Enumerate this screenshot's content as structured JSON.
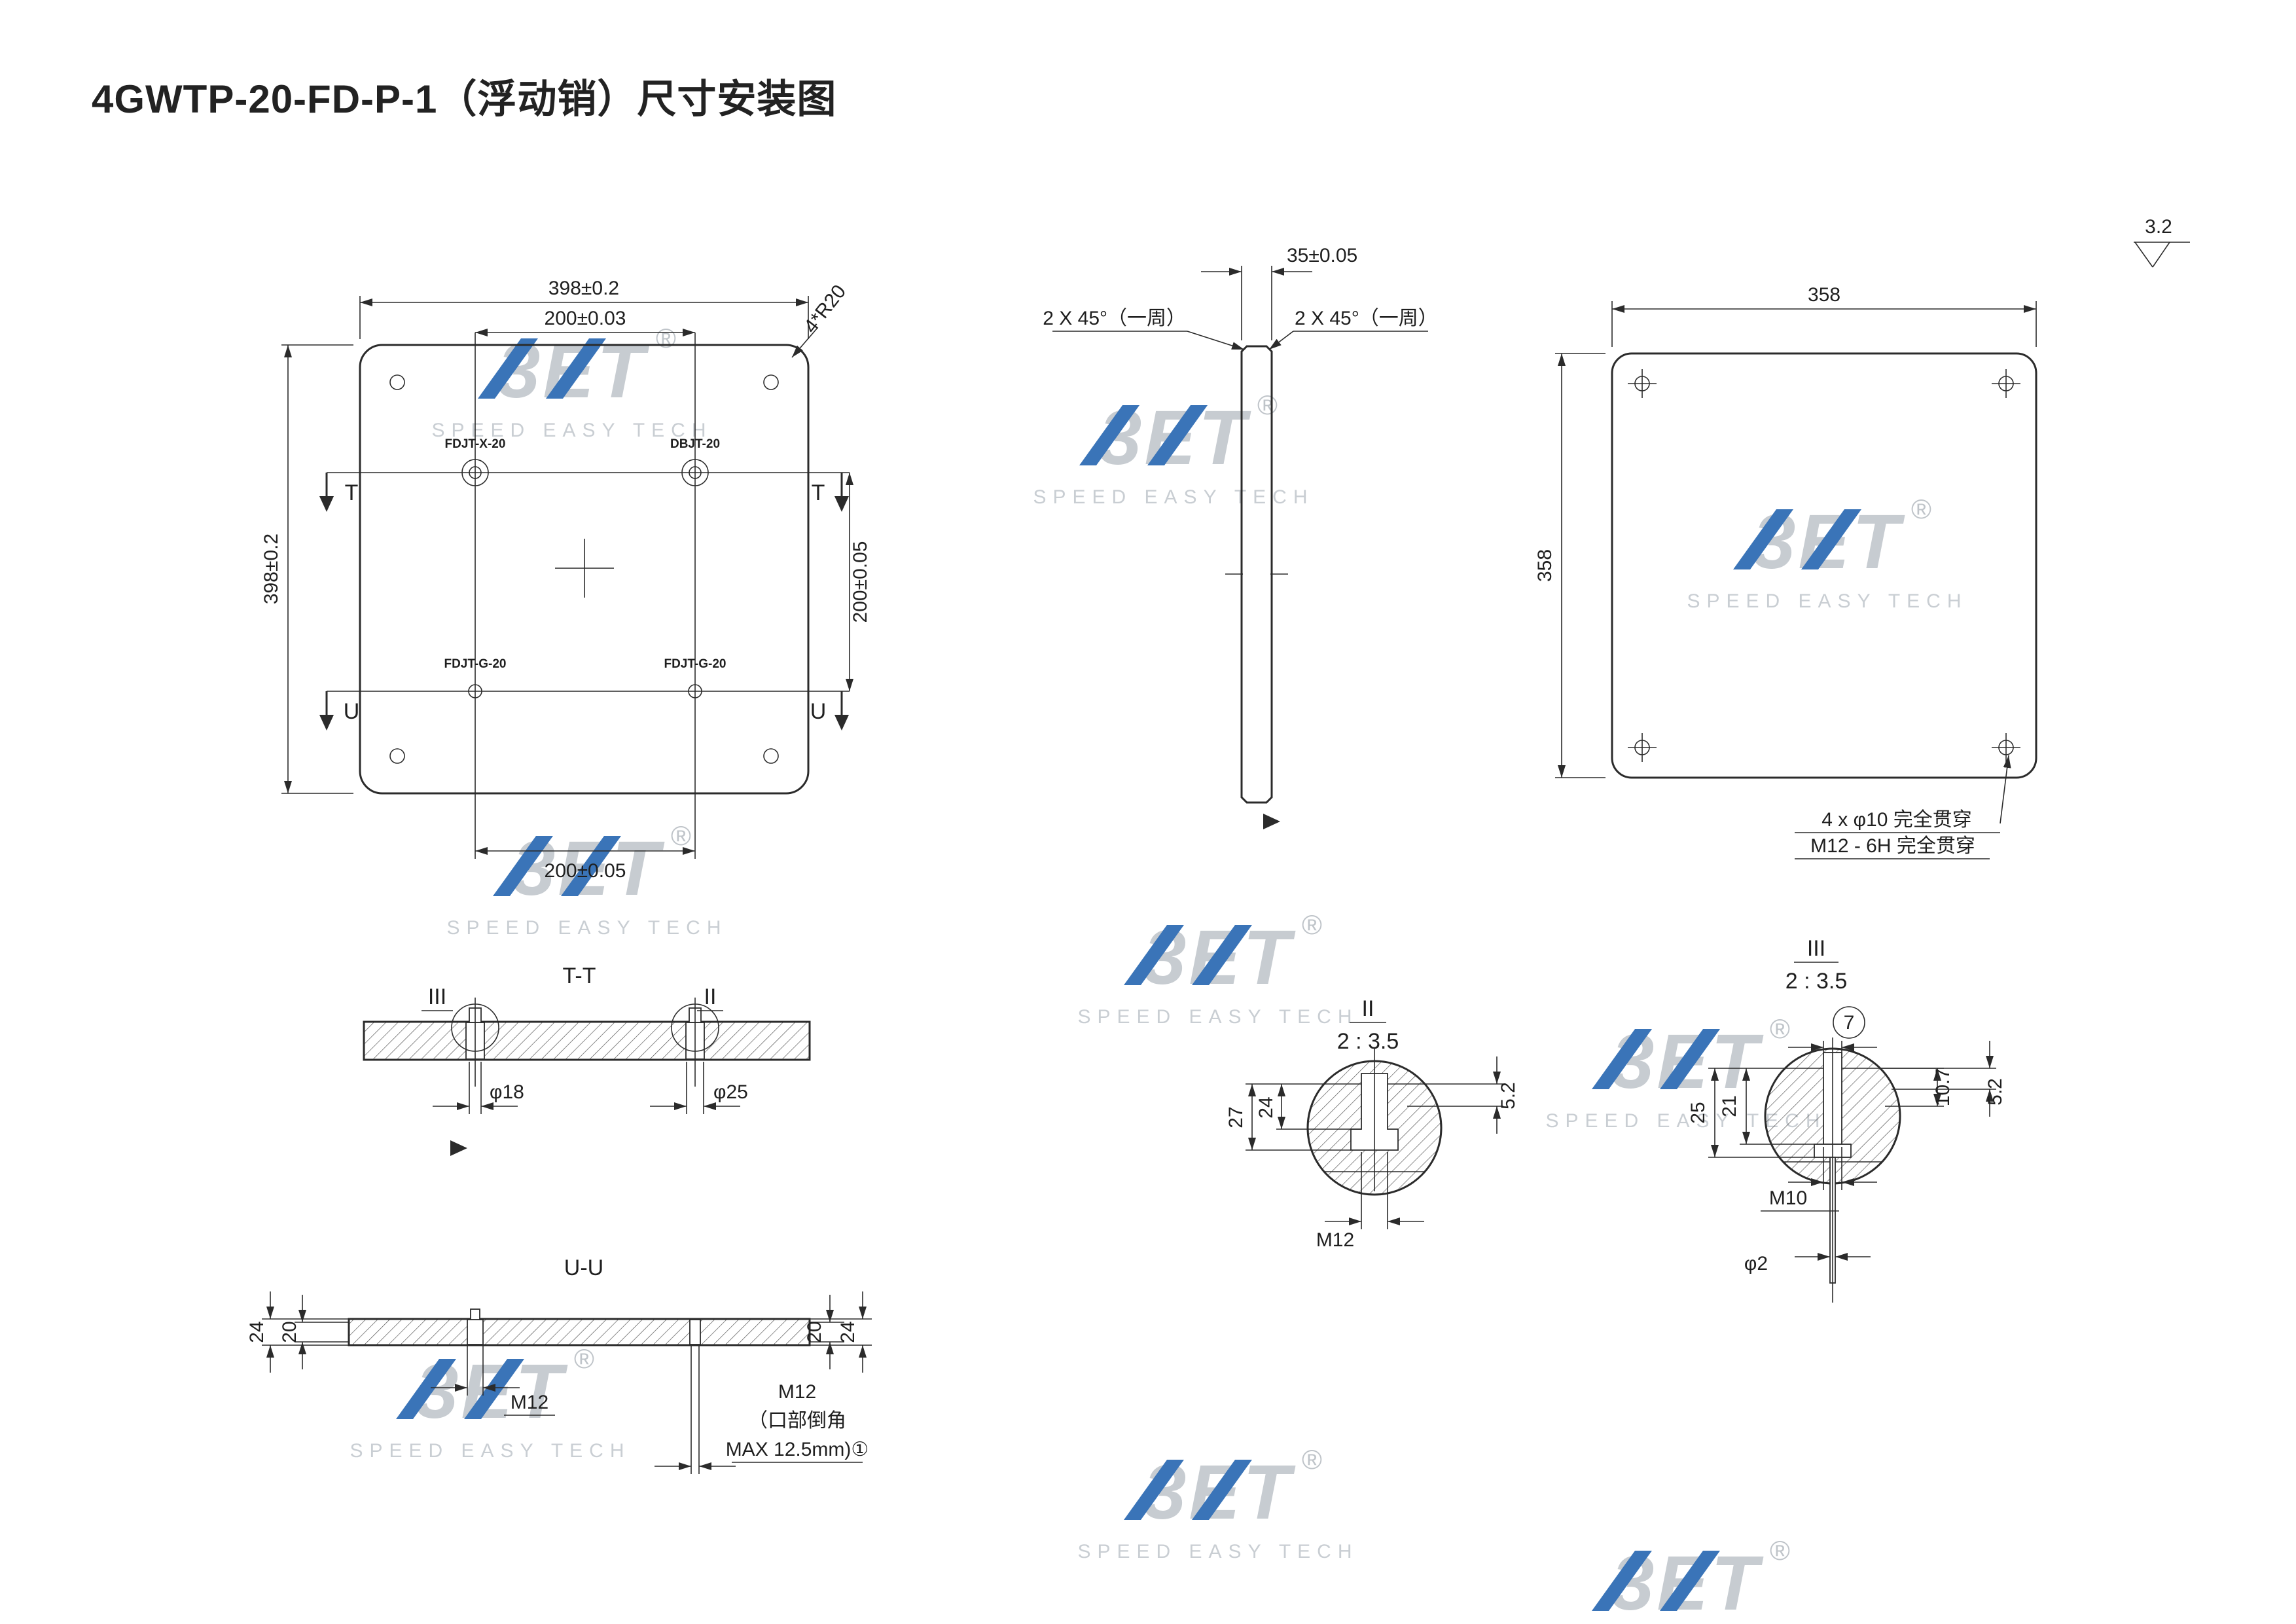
{
  "title": "4GWTP-20-FD-P-1（浮动销）尺寸安装图",
  "surface_finish": "3.2",
  "front_view": {
    "dim_width_top": "398±0.2",
    "dim_pin_spacing_top": "200±0.03",
    "corner_radius": "4*R20",
    "dim_height_left": "398±0.2",
    "dim_pin_spacing_right": "200±0.05",
    "dim_pin_spacing_bottom": "200±0.05",
    "pin_labels": [
      "FDJT-X-20",
      "DBJT-20",
      "FDJT-G-20",
      "FDJT-G-20"
    ],
    "section_t": "T",
    "section_u": "U"
  },
  "side_view": {
    "dim_thickness": "35±0.05",
    "chamfer_left": "2 X 45°（一周）",
    "chamfer_right": "2 X 45°（一周）"
  },
  "back_view": {
    "dim_width": "358",
    "dim_height": "358",
    "note_line1": "4 x  φ10 完全贯穿",
    "note_line2": "M12 - 6H 完全贯穿"
  },
  "section_tt": {
    "label": "T-T",
    "detail_iii_mark": "III",
    "detail_ii_mark": "II",
    "dim_d18": "φ18",
    "dim_d25": "φ25"
  },
  "detail_ii": {
    "label": "II",
    "scale": "2 : 3.5",
    "dim_27": "27",
    "dim_24": "24",
    "dim_52": "5.2",
    "dim_m12": "M12"
  },
  "detail_iii": {
    "label": "III",
    "scale": "2 : 3.5",
    "dim_7": "7",
    "dim_25": "25",
    "dim_21": "21",
    "dim_107": "10.7",
    "dim_52": "5.2",
    "dim_m10": "M10",
    "dim_d2": "φ2"
  },
  "section_uu": {
    "label": "U-U",
    "dim_24_left": "24",
    "dim_20_left": "20",
    "dim_20_right": "20",
    "dim_24_right": "24",
    "dim_m12": "M12",
    "note_line1": "M12",
    "note_line2": "（口部倒角",
    "note_line3": "MAX 12.5mm)①"
  },
  "watermark": {
    "logo": "3ET",
    "reg": "®",
    "tagline": "SPEED EASY TECH"
  }
}
